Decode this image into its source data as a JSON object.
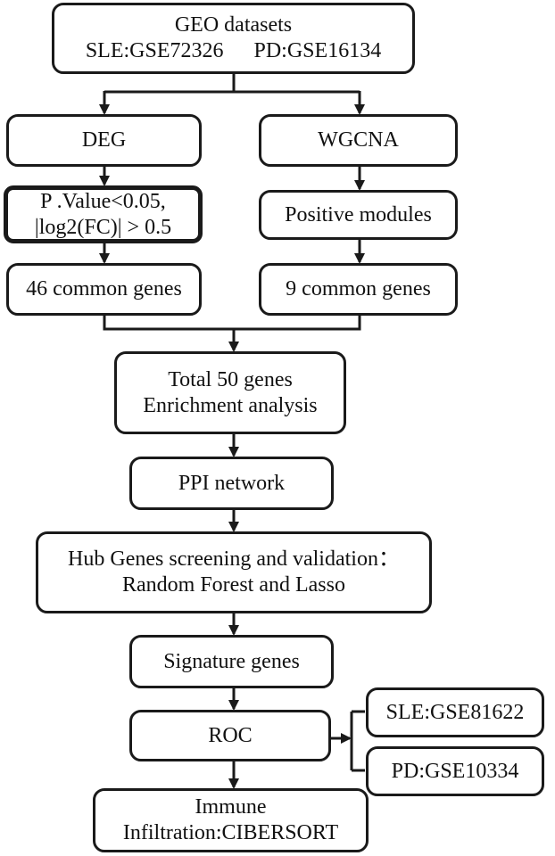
{
  "geo": {
    "title": "GEO datasets",
    "sle": "SLE:GSE72326",
    "pd": "PD:GSE16134"
  },
  "deg": {
    "label": "DEG"
  },
  "wgcna": {
    "label": "WGCNA"
  },
  "deg_filter": {
    "line1": "P .Value<0.05,",
    "line2": "|log2(FC)| > 0.5"
  },
  "positive_modules": {
    "label": "Positive modules"
  },
  "common_deg": {
    "label": "46 common genes"
  },
  "common_wgcna": {
    "label": "9 common genes"
  },
  "total": {
    "line1": "Total 50 genes",
    "line2": "Enrichment analysis"
  },
  "ppi": {
    "label": "PPI network"
  },
  "hub": {
    "line1": "Hub Genes screening and validation：",
    "line2": "Random Forest and Lasso"
  },
  "signature": {
    "label": "Signature genes"
  },
  "roc": {
    "label": "ROC"
  },
  "validation": {
    "sle": "SLE:GSE81622",
    "pd": "PD:GSE10334"
  },
  "immune": {
    "line1": "Immune",
    "line2": "Infiltration:CIBERSORT"
  }
}
